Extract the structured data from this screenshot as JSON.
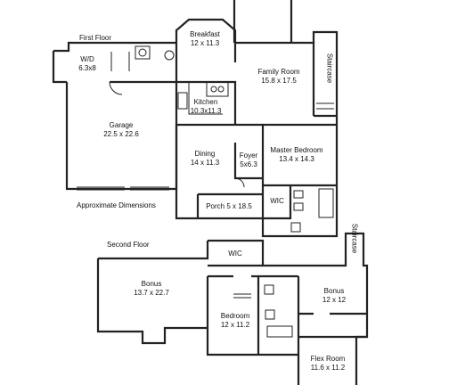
{
  "floor_labels": {
    "first": "First Floor",
    "second": "Second Floor",
    "dimensions_note": "Approximate Dimensions"
  },
  "rooms": {
    "breakfast": {
      "name": "Breakfast",
      "dims": "12 x 11.3"
    },
    "wd": {
      "name": "W/D",
      "dims": "6.3x8"
    },
    "family_room": {
      "name": "Family Room",
      "dims": "15.8 x 17.5"
    },
    "staircase_1": {
      "name": "Staircase"
    },
    "garage": {
      "name": "Garage",
      "dims": "22.5 x 22.6"
    },
    "kitchen": {
      "name": "Kitchen",
      "dims": "10.3x11.3"
    },
    "dining": {
      "name": "Dining",
      "dims": "14 x 11.3"
    },
    "foyer": {
      "name": "Foyer",
      "dims": "5x6.3"
    },
    "master_bedroom": {
      "name": "Master Bedroom",
      "dims": "13.4 x 14.3"
    },
    "wic_1": {
      "name": "WIC"
    },
    "porch": {
      "name": "Porch 5 x 18.5"
    },
    "wic_2": {
      "name": "WIC"
    },
    "staircase_2": {
      "name": "Staircase"
    },
    "bonus_1": {
      "name": "Bonus",
      "dims": "13.7 x 22.7"
    },
    "bonus_2": {
      "name": "Bonus",
      "dims": "12 x 12"
    },
    "bedroom": {
      "name": "Bedroom",
      "dims": "12 x 11.2"
    },
    "flex_room": {
      "name": "Flex Room",
      "dims": "11.6 x 11.2"
    }
  }
}
